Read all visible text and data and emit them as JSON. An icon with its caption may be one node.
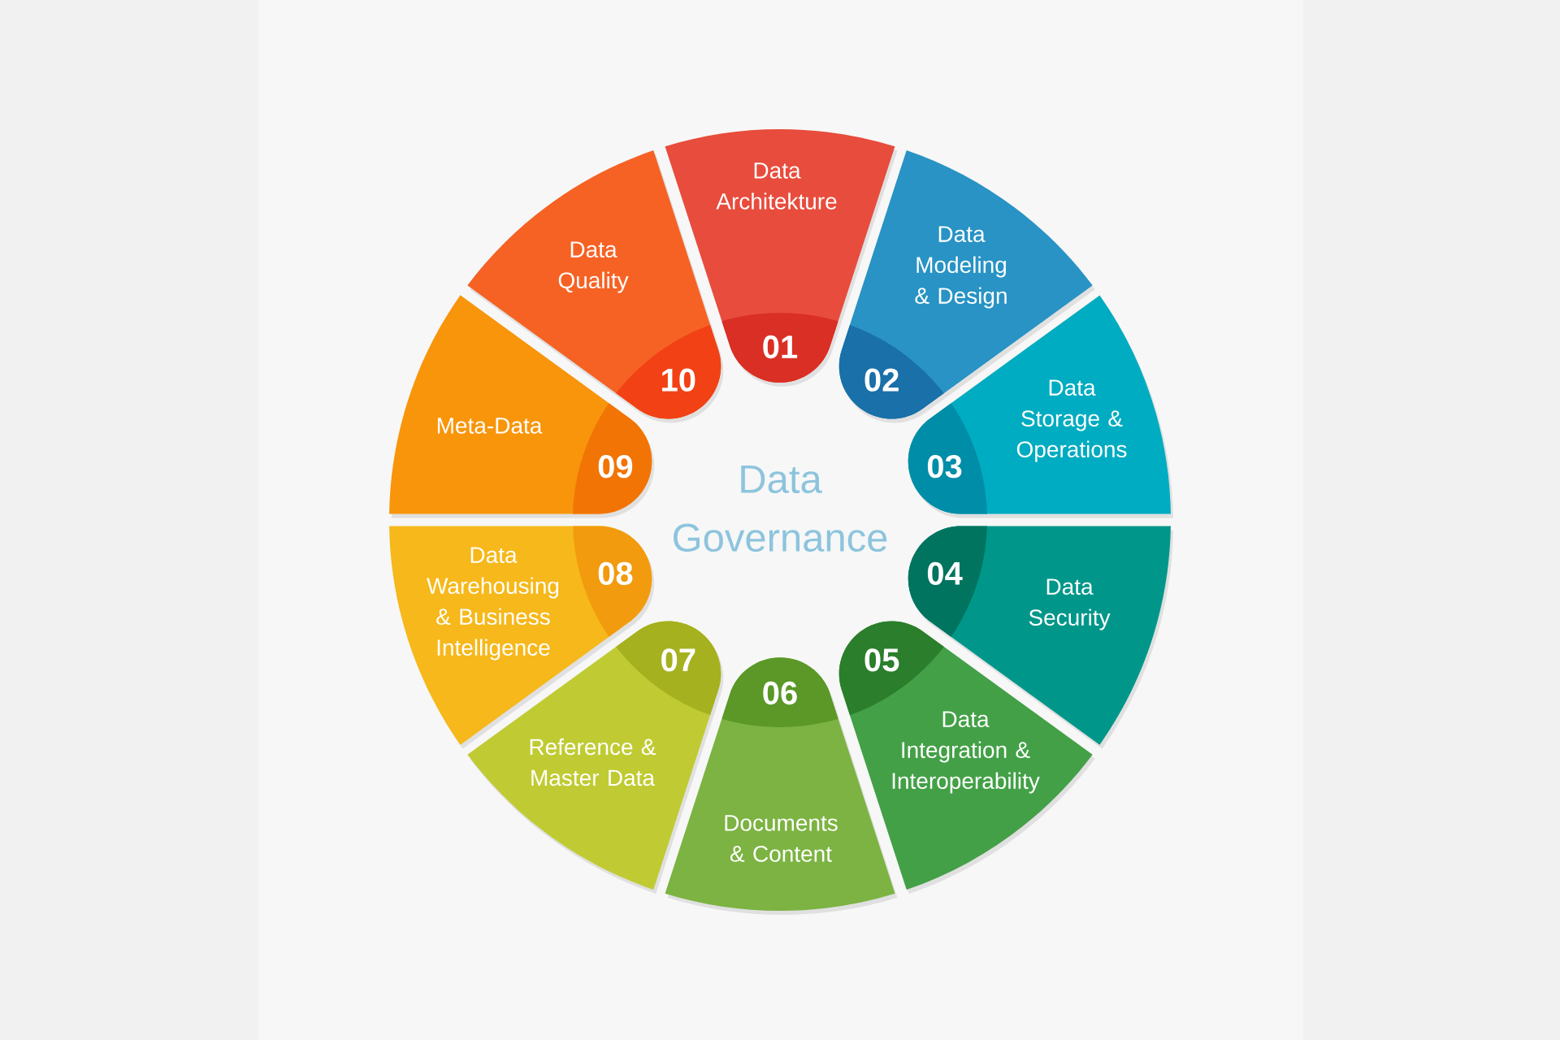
{
  "diagram": {
    "title": "Data Governance",
    "nodes": [
      {
        "text": [
          "Data Architekture",
          "01"
        ]
      },
      {
        "text": [
          "Data Modeling & Design",
          "02"
        ]
      },
      {
        "text": [
          "Data Storage & Operations",
          "03"
        ]
      },
      {
        "text": [
          "04",
          "Data Security"
        ]
      },
      {
        "text": [
          "05",
          "Data Integration & Interoperability"
        ]
      },
      {
        "text": [
          "06",
          "Documents & Content"
        ]
      },
      {
        "text": [
          "07",
          "Reference & Master Data"
        ]
      },
      {
        "text": [
          "Data Warehousing & Business Intelligence",
          "08"
        ]
      },
      {
        "text": [
          "Meta-Data",
          "09"
        ]
      },
      {
        "text": [
          "Data Quality",
          "10"
        ]
      }
    ]
  }
}
